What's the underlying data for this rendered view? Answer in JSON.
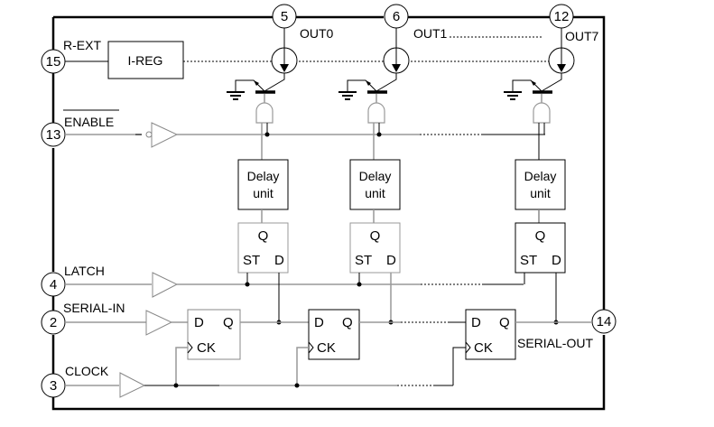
{
  "diagram": {
    "title": "LED driver block diagram",
    "pins": {
      "out0": {
        "number": "5",
        "label": "OUT0"
      },
      "out1": {
        "number": "6",
        "label": "OUT1"
      },
      "out7": {
        "number": "12",
        "label": "OUT7"
      },
      "rext": {
        "number": "15",
        "label": "R-EXT"
      },
      "enable": {
        "number": "13",
        "label": "ENABLE"
      },
      "latch": {
        "number": "4",
        "label": "LATCH"
      },
      "serial_in": {
        "number": "2",
        "label": "SERIAL-IN"
      },
      "clock": {
        "number": "3",
        "label": "CLOCK"
      },
      "serial_out": {
        "number": "14",
        "label": "SERIAL-OUT"
      }
    },
    "blocks": {
      "ireg": "I-REG",
      "delay_line1": "Delay",
      "delay_line2": "unit",
      "latch_q": "Q",
      "latch_st": "ST",
      "latch_d": "D",
      "sr_d": "D",
      "sr_q": "Q",
      "sr_ck": "CK"
    },
    "channels": [
      "OUT0",
      "OUT1",
      "OUT7"
    ]
  }
}
